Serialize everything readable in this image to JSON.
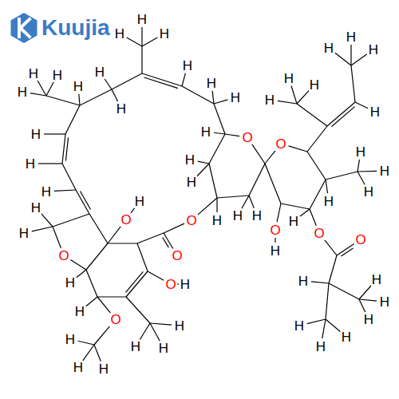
{
  "diagram": {
    "labels": [
      "Kuujia",
      "H",
      "H",
      "H",
      "H",
      "H",
      "H",
      "H",
      "O",
      "O",
      "H",
      "H",
      "H",
      "O",
      "H",
      "H",
      "O",
      "H",
      "H",
      "O",
      "O",
      "H",
      "H",
      "H",
      "H",
      "H",
      "H",
      "H",
      "H",
      "H",
      "H",
      "H",
      "H",
      "H",
      "H",
      "H",
      "H",
      "H",
      "H",
      "O",
      "H",
      "O",
      "O",
      "H",
      "H",
      "H",
      "H",
      "O",
      "H",
      "H",
      "H",
      "H",
      "H",
      "O",
      "H",
      "H",
      "H",
      "H",
      "H",
      "H",
      "H",
      "H",
      "H",
      "H",
      "H"
    ]
  }
}
